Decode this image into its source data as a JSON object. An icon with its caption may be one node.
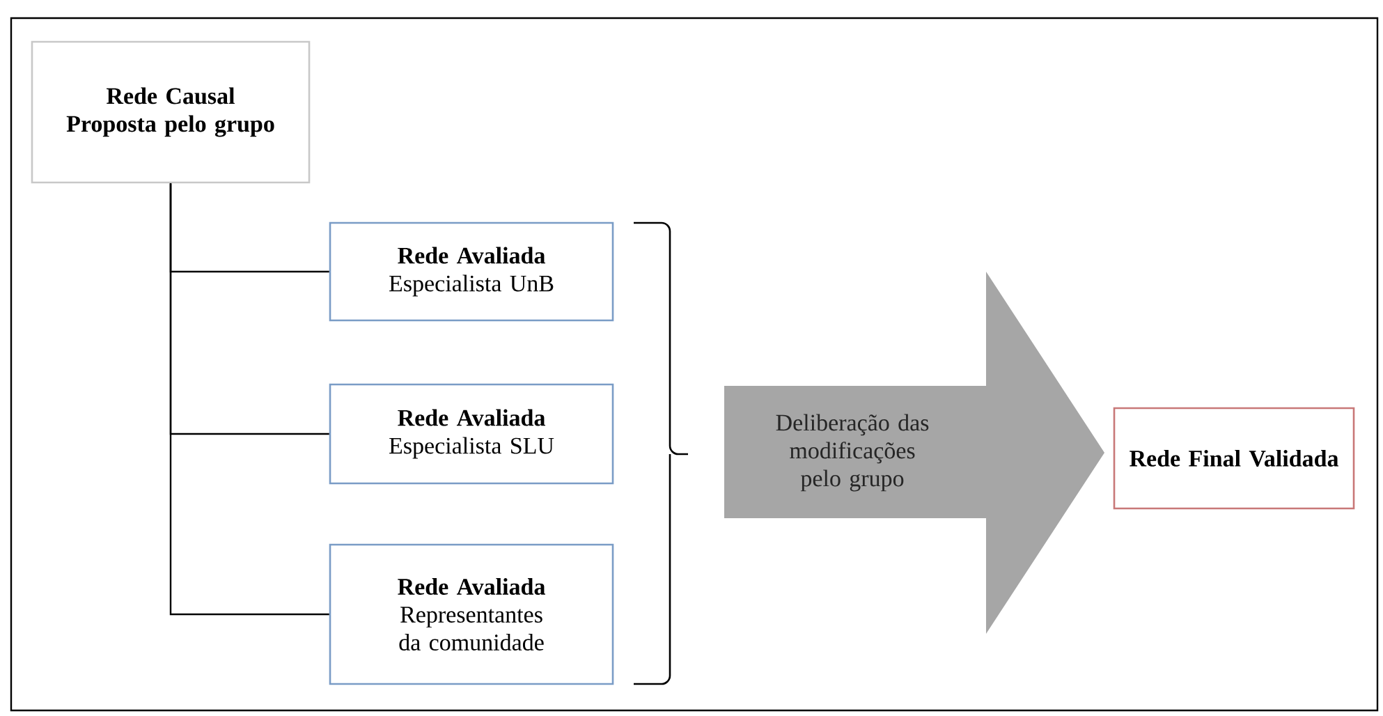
{
  "diagram": {
    "nodes": [
      {
        "text": [
          "Rede Causal Proposta pelo grupo"
        ]
      },
      {
        "text": [
          "Rede Avaliada",
          "Especialista UnB"
        ]
      },
      {
        "text": [
          "Rede Avaliada",
          "Especialista SLU"
        ]
      },
      {
        "text": [
          "Rede Avaliada",
          "Representantes da comunidade"
        ]
      },
      {
        "text": [
          "Deliberação das modificações pelo grupo"
        ]
      },
      {
        "text": [
          "Rede Final Validada"
        ]
      }
    ],
    "edges": [
      {
        "from": 0,
        "to": 1,
        "arrow": "none"
      },
      {
        "from": 0,
        "to": 2,
        "arrow": "none"
      },
      {
        "from": 0,
        "to": 3,
        "arrow": "none"
      }
    ]
  }
}
